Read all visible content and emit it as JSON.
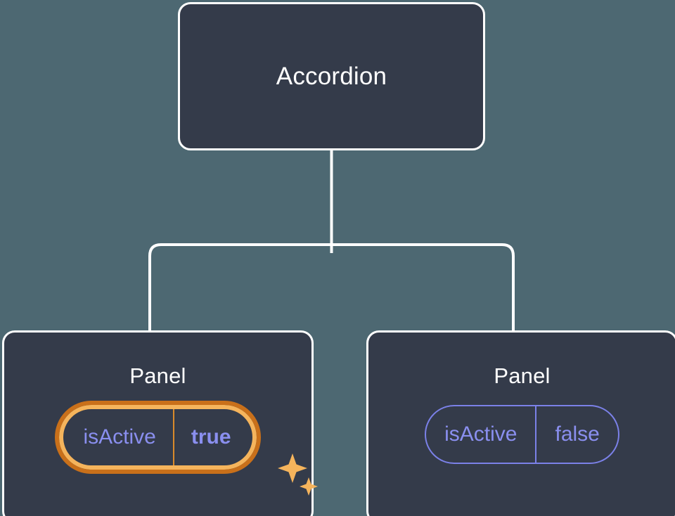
{
  "canvas": {
    "background_color": "#4d6872",
    "node_fill_color": "#343b4a",
    "node_border_color": "#ffffff",
    "connector_color": "#ffffff",
    "prop_text_color": "#8a8fef",
    "prop_border_color": "#7b81e8",
    "highlight_outer_color": "#c9701a",
    "highlight_inner_color": "#f5b45c",
    "sparkle_color": "#f5b45c"
  },
  "tree": {
    "root": {
      "title": "Accordion"
    },
    "children": [
      {
        "title": "Panel",
        "prop": {
          "key": "isActive",
          "value": "true",
          "highlighted": true,
          "value_bold": true
        },
        "sparkle_icons": [
          "sparkle-large-icon",
          "sparkle-small-icon"
        ]
      },
      {
        "title": "Panel",
        "prop": {
          "key": "isActive",
          "value": "false",
          "highlighted": false,
          "value_bold": false
        },
        "sparkle_icons": []
      }
    ]
  }
}
